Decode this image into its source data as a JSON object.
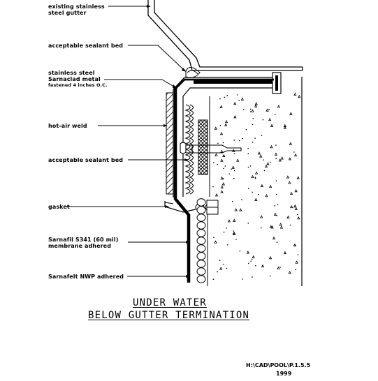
{
  "labels": {
    "gutter_line1": "existing stainless",
    "gutter_line2": "steel gutter",
    "sealant_top": "acceptable sealant bed",
    "metal_line1": "stainless steel",
    "metal_line2": "Sarnaclad metal",
    "metal_line3": "fastened 4 inches O.C.",
    "weld": "hot-air weld",
    "sealant_mid": "acceptable sealant bed",
    "gasket": "gasket",
    "membrane_line1": "Sarnafil S341 (60 mil)",
    "membrane_line2": "membrane adhered",
    "felt": "Sarnafelt NWP adhered"
  },
  "title": {
    "line1": "UNDER WATER",
    "line2": "BELOW GUTTER TERMINATION"
  },
  "reference": {
    "path": "H:\\CAD\\POOL\\P.1.5.5",
    "year": "1999"
  }
}
